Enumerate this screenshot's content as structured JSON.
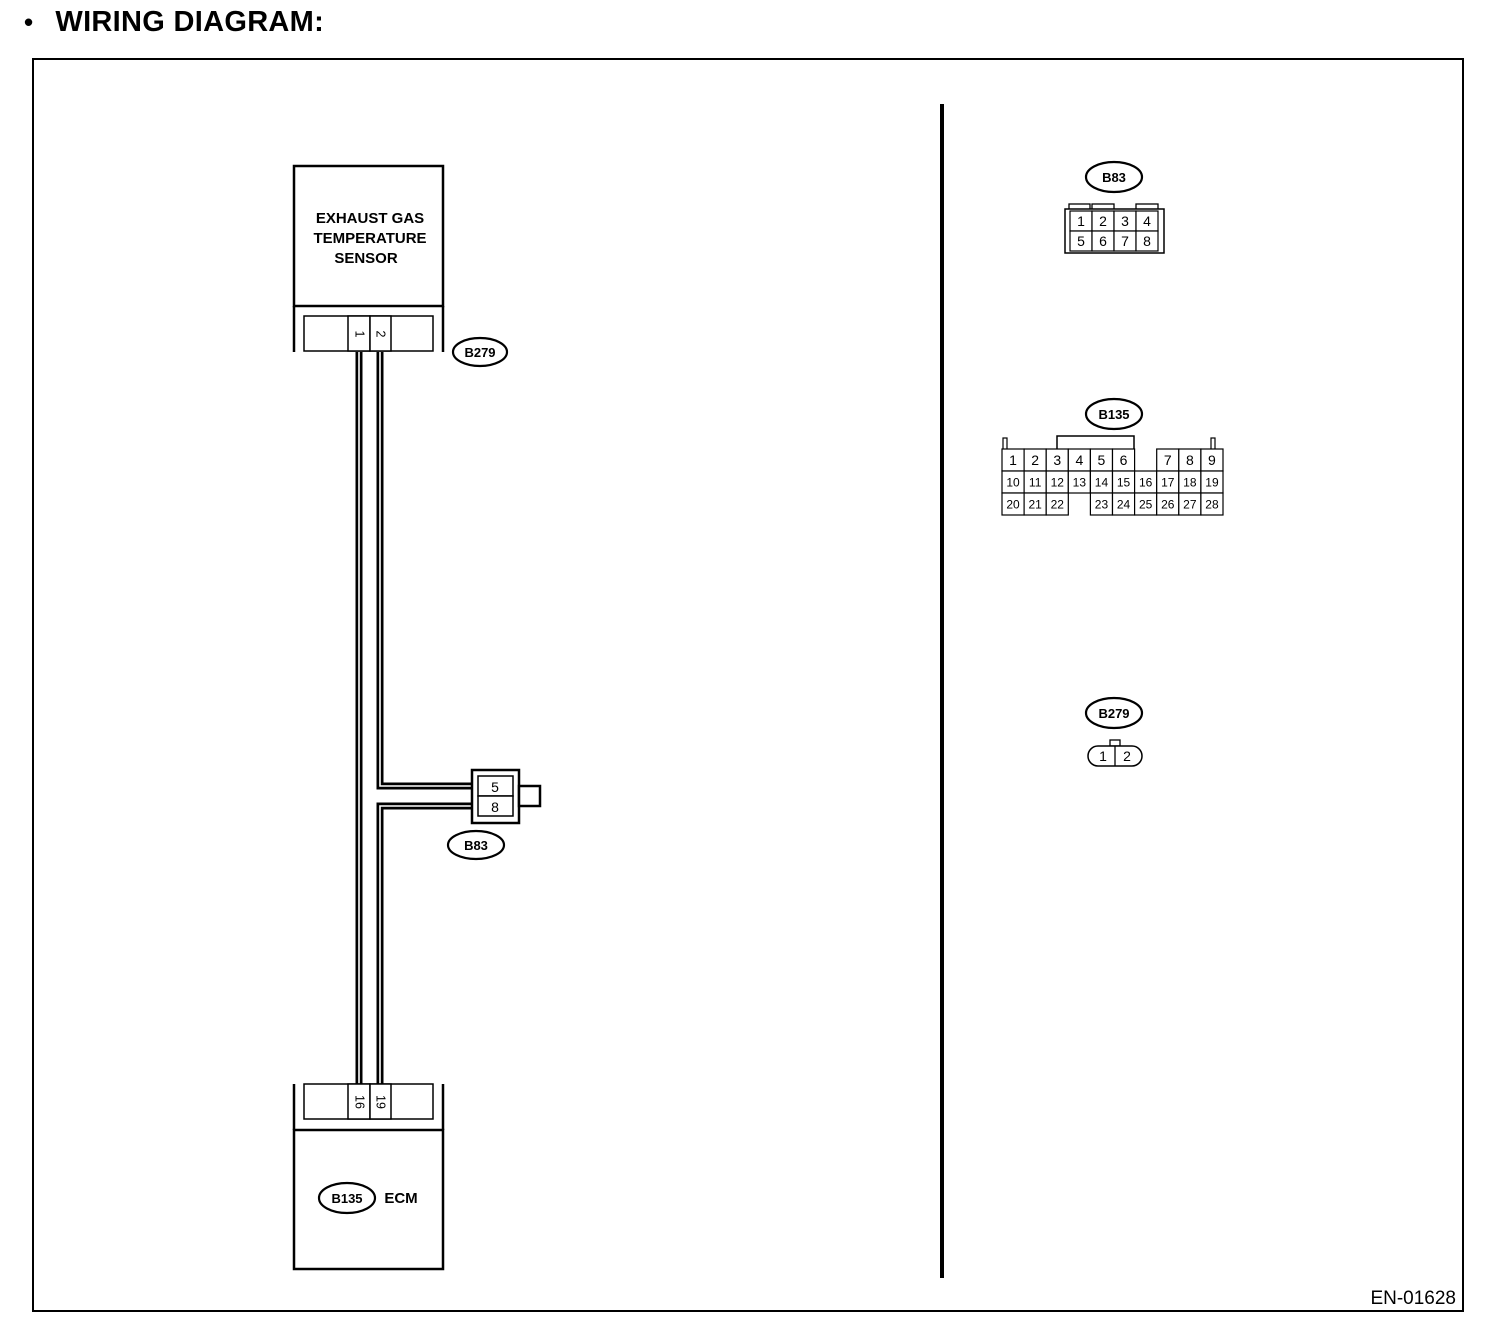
{
  "header": {
    "bullet": "•",
    "title": "WIRING DIAGRAM:"
  },
  "sensor": {
    "line1": "EXHAUST GAS",
    "line2": "TEMPERATURE",
    "line3": "SENSOR"
  },
  "sensor_pins": [
    "1",
    "2"
  ],
  "ecm_pins": [
    "16",
    "19"
  ],
  "ecm": {
    "label": "ECM"
  },
  "junction_pins": [
    "5",
    "8"
  ],
  "connectors": {
    "b279": "B279",
    "b83": "B83",
    "b135": "B135"
  },
  "legend": {
    "b83": {
      "label": "B83",
      "row1": [
        "1",
        "2",
        "3",
        "4"
      ],
      "row2": [
        "5",
        "6",
        "7",
        "8"
      ]
    },
    "b135": {
      "label": "B135",
      "row1": [
        "1",
        "2",
        "3",
        "4",
        "5",
        "6",
        "",
        "7",
        "8",
        "9"
      ],
      "row2": [
        "10",
        "11",
        "12",
        "13",
        "14",
        "15",
        "16",
        "17",
        "18",
        "19"
      ],
      "row3": [
        "20",
        "21",
        "22",
        "",
        "23",
        "24",
        "25",
        "26",
        "27",
        "28"
      ]
    },
    "b279": {
      "label": "B279",
      "pins": [
        "1",
        "2"
      ]
    }
  },
  "figure_code": "EN-01628"
}
